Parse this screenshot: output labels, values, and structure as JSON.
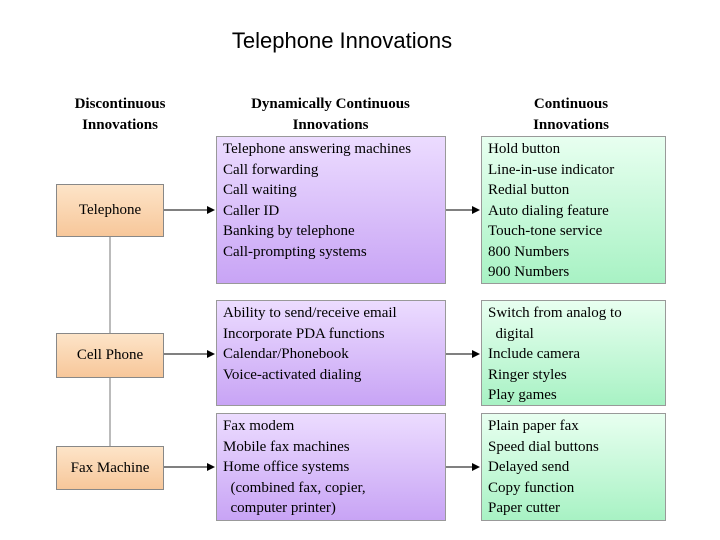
{
  "title": "Telephone Innovations",
  "columns": {
    "discontinuous": "Discontinuous Innovations",
    "dynamic": "Dynamically Continuous Innovations",
    "continuous": "Continuous Innovations"
  },
  "rows": [
    {
      "innovation": "Telephone",
      "dynamic": [
        "Telephone answering machines",
        "Call forwarding",
        "Call waiting",
        "Caller ID",
        "Banking by telephone",
        "Call-prompting systems"
      ],
      "continuous": [
        "Hold button",
        "Line-in-use indicator",
        "Redial button",
        "Auto dialing feature",
        "Touch-tone service",
        "800 Numbers",
        "900 Numbers"
      ]
    },
    {
      "innovation": "Cell Phone",
      "dynamic": [
        "Ability to send/receive email",
        "Incorporate PDA functions",
        "Calendar/Phonebook",
        "Voice-activated dialing"
      ],
      "continuous": [
        "Switch from analog to",
        "  digital",
        "Include camera",
        "Ringer styles",
        "Play games"
      ]
    },
    {
      "innovation": "Fax Machine",
      "dynamic": [
        "Fax modem",
        "Mobile fax machines",
        "Home office systems",
        "  (combined fax, copier,",
        "  computer printer)"
      ],
      "continuous": [
        "Plain paper fax",
        "Speed dial buttons",
        "Delayed send",
        "Copy function",
        "Paper cutter"
      ]
    }
  ]
}
